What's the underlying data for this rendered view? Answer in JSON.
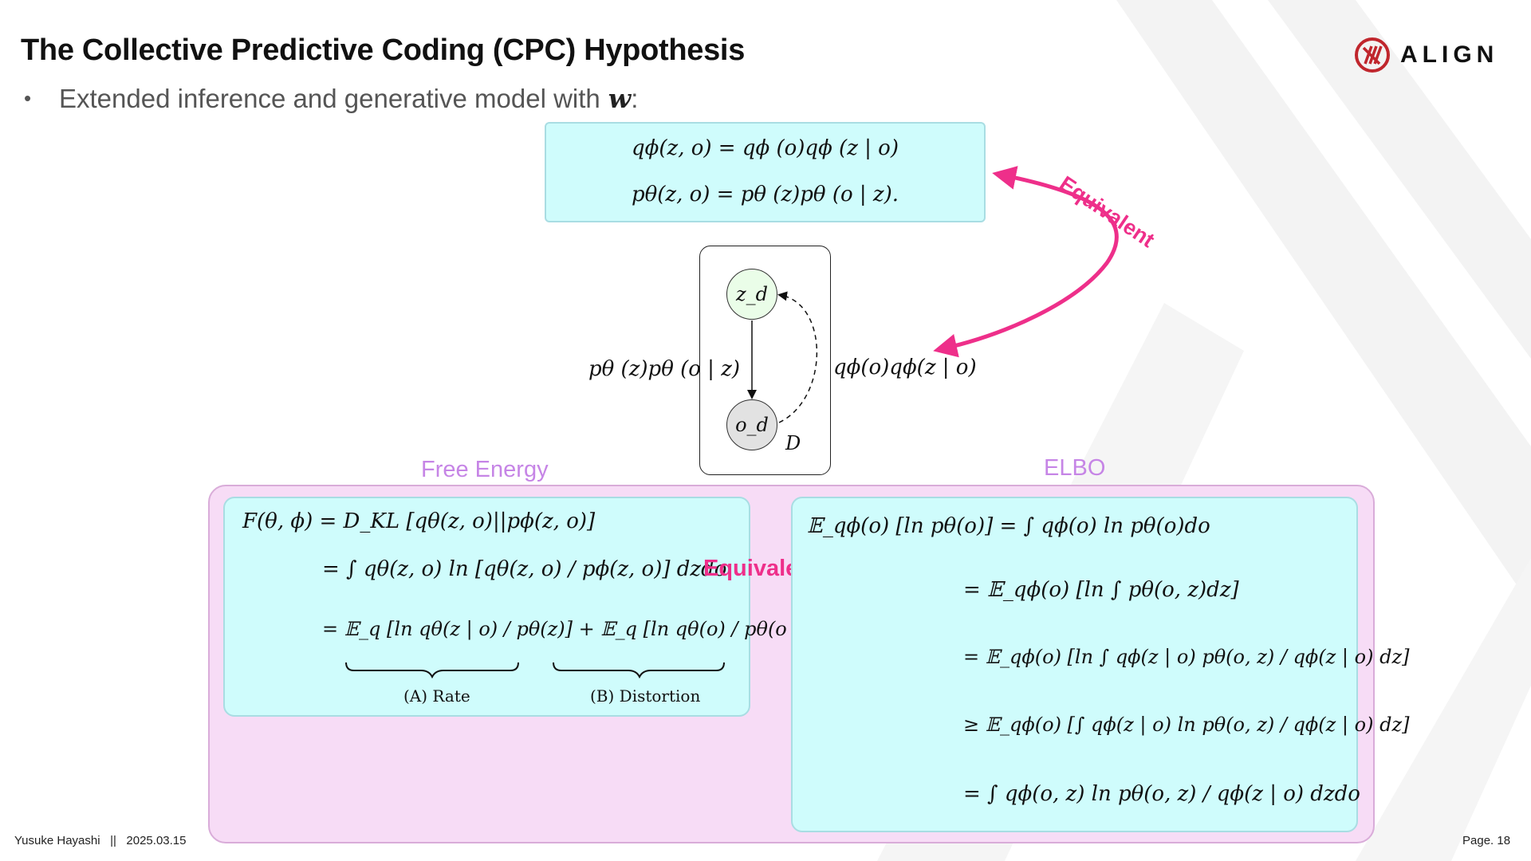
{
  "slide": {
    "title": "The Collective Predictive Coding (CPC) Hypothesis",
    "bullet_text": "Extended inference and generative model with",
    "bullet_var": "w",
    "bullet_suffix": ":",
    "logo_text": "ALIGN",
    "footer_author": "Yusuke Hayashi",
    "footer_sep": "||",
    "footer_date": "2025.03.15",
    "page_number": "Page. 18"
  },
  "top_box": {
    "eq1": "qϕ(z, o) = qϕ (o)qϕ (z | o)",
    "eq2": "pθ(z, o) = pθ (z)pθ (o | z)."
  },
  "graph": {
    "node_z": "z_d",
    "node_o": "o_d",
    "plate_label": "D",
    "left_label": "pθ (z)pθ (o | z)",
    "right_label": "qϕ(o)qϕ(z | o)"
  },
  "annotations": {
    "equivalent_top": "Equivalent",
    "equivalent_mid": "Equivalent",
    "free_energy_label": "Free Energy",
    "elbo_label": "ELBO",
    "accent_color": "#ee2f8a",
    "label_color": "#c685e6"
  },
  "free_energy": {
    "line1": "F(θ, ϕ) = D_KL [qθ(z, o)||pϕ(z, o)]",
    "line2": "= ∫ qθ(z, o) ln [qθ(z, o) / pϕ(z, o)] dzdo",
    "line3": "= 𝔼_q [ln qθ(z | o) / pθ(z)] + 𝔼_q [ln qθ(o) / pθ(o | z)]",
    "brace_a": "(A) Rate",
    "brace_b": "(B) Distortion"
  },
  "elbo": {
    "line1": "𝔼_qϕ(o) [ln pθ(o)] = ∫ qϕ(o) ln pθ(o)do",
    "line2": "= 𝔼_qϕ(o) [ln ∫ pθ(o, z)dz]",
    "line3": "= 𝔼_qϕ(o) [ln ∫ qϕ(z | o) pθ(o, z) / qϕ(z | o) dz]",
    "line4": "≥ 𝔼_qϕ(o) [∫ qϕ(z | o) ln pθ(o, z) / qϕ(z | o) dz]",
    "line5": "= ∫ qϕ(o, z) ln pθ(o, z) / qϕ(z | o) dzdo"
  }
}
